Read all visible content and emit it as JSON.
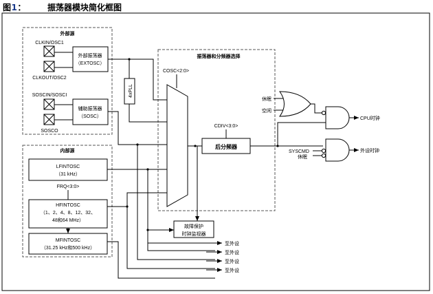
{
  "figure": {
    "label": "图1：",
    "number": "1",
    "title": "振荡器模块简化框图"
  },
  "external_group": {
    "title": "外部源",
    "pins": [
      "CLKIN/OSC1",
      "CLKOUT/OSC2",
      "SOSCIN/SOSCI",
      "SOSCO"
    ],
    "extosc": {
      "line1": "外部振荡器",
      "line2": "（EXTOSC）"
    },
    "sosc": {
      "line1": "辅助振荡器",
      "line2": "（SOSC）"
    }
  },
  "internal_group": {
    "title": "内部源",
    "lfintosc": {
      "line1": "LFINTOSC",
      "line2": "（31 kHz）"
    },
    "frq_label": "FRQ<3:0>",
    "hfintosc": {
      "line1": "HFINTOSC",
      "line2": "（1、2、4、8、12、32、",
      "line3": "48和64 MHz）"
    },
    "mfintosc": {
      "line1": "MFINTOSC",
      "line2": "（31.25 kHz和500 kHz）"
    }
  },
  "pll": {
    "label": "4xPLL"
  },
  "selector_group": {
    "title": "振荡器和分频器选择",
    "cosc_label": "COSC<2:0>",
    "cdiv_label": "CDIV<3:0>",
    "divider": "后分频器"
  },
  "fscm": {
    "line1": "故障保护",
    "line2": "时钟监视器"
  },
  "logic": {
    "or_inputs": [
      "休眠",
      "空闲"
    ],
    "and2_inputs": [
      "SYSCMD",
      "休眠"
    ],
    "cpu_clock": "CPU时钟",
    "peripheral_clock": "外设时钟"
  },
  "peripheral_outputs": [
    "至外设",
    "至外设",
    "至外设",
    "至外设"
  ]
}
